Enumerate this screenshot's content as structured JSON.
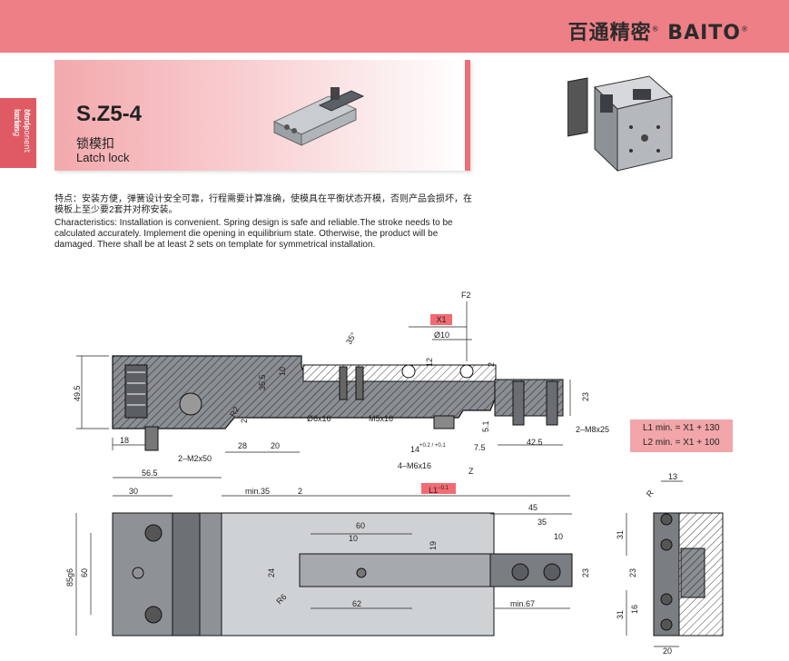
{
  "header": {
    "brand_cn": "百通精密",
    "brand_en": "BAITO"
  },
  "side_tab": {
    "line1": "Mode locking",
    "line2": "component series"
  },
  "product": {
    "model": "S.Z5-4",
    "name_cn": "锁模扣",
    "name_en": "Latch lock"
  },
  "description": {
    "cn": "特点：安装方便，弹簧设计安全可靠，行程需要计算准确，使模具在平衡状态开模，否则产品会损坏，在模板上至少要2套并对称安装。",
    "en": "Characteristics: Installation is convenient. Spring design is safe and reliable.The stroke needs to be calculated accurately. Implement die opening in equilibrium state. Otherwise, the product will be damaged. There shall be at least 2 sets on template for symmetrical installation."
  },
  "spec_box": {
    "line1": "L1 min. = X1 + 130",
    "line2": "L2 min. = X1 + 100"
  },
  "dimensions": {
    "f2": "F2",
    "x1": "X1",
    "d10": "Ø10",
    "angle": "35°",
    "d12": "12",
    "d2": "2",
    "h495": "49.5",
    "h355": "35.5",
    "h10": "10",
    "r2": "R2",
    "d2b": "2",
    "d23": "23",
    "d6x16": "Ø6x16",
    "m5x16": "M5x16",
    "d51": "5.1",
    "m8x25": "2–M8x25",
    "d18": "18",
    "m2x50": "2–M2x50",
    "d28": "28",
    "d20": "20",
    "d14": "14",
    "tol14": "+0.2 / +0.1",
    "d75": "7.5",
    "d425": "42.5",
    "m6x16": "4–M6x16",
    "z": "Z",
    "d565": "56.5",
    "d30": "30",
    "min35": "min.35",
    "d2c": "2",
    "l1": "L1",
    "l1tol": "−0.1",
    "d45": "45",
    "d60": "60",
    "d35": "35",
    "d10b": "10",
    "d10c": "10",
    "d19": "19",
    "d24": "24",
    "d23b": "23",
    "d859": "85g6",
    "d60b": "60",
    "r6": "R6",
    "d62": "62",
    "x1b": "X1",
    "min67": "min.67",
    "d13": "13",
    "rr": "R",
    "d31": "31",
    "d23c": "23",
    "d16": "16",
    "d31b": "31",
    "d20b": "20"
  }
}
